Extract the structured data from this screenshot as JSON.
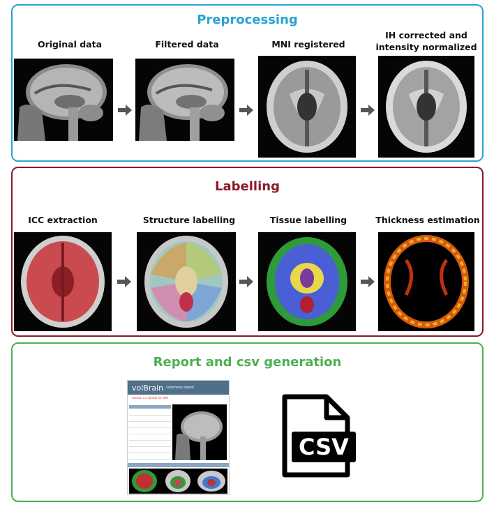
{
  "panels": {
    "preprocessing": {
      "title": "Preprocessing",
      "steps": [
        {
          "label": "Original data"
        },
        {
          "label": "Filtered data"
        },
        {
          "label": "MNI registered"
        },
        {
          "label": "IH corrected and intensity normalized"
        }
      ]
    },
    "labelling": {
      "title": "Labelling",
      "steps": [
        {
          "label": "ICC extraction"
        },
        {
          "label": "Structure labelling"
        },
        {
          "label": "Tissue labelling"
        },
        {
          "label": "Thickness estimation"
        }
      ]
    },
    "report": {
      "title": "Report and csv generation",
      "report_thumbnail": {
        "logo": "volBrain",
        "subtitle": "volumetry report",
        "line": "version 1.0 (2015) for MRI"
      },
      "csv_icon_text": "CSV"
    }
  },
  "colors": {
    "preprocessing_border": "#2aa3d6",
    "labelling_border": "#8b1a2a",
    "report_border": "#4caf50",
    "arrow": "#555555"
  }
}
